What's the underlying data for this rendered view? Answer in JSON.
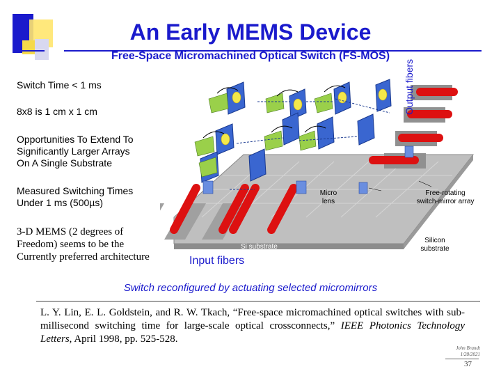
{
  "title": "An Early MEMS Device",
  "subtitle": "Free-Space Micromachined Optical Switch (FS-MOS)",
  "bullets": {
    "b1": "Switch Time < 1 ms",
    "b2": "8x8 is 1 cm x 1 cm",
    "b3_line1": "Opportunities To Extend To",
    "b3_line2": "Significantly Larger Arrays",
    "b3_line3": "On A Single Substrate",
    "b4_line1": "Measured Switching Times",
    "b4_line2": "Under 1 ms (500µs)",
    "b5_line1": "3-D MEMS (2 degrees of",
    "b5_line2": "Freedom) seems to be the",
    "b5_line3": "Currently preferred architecture"
  },
  "diagram": {
    "output_fibers": "Output fibers",
    "micro_lens_line1": "Micro",
    "micro_lens_line2": "lens",
    "free_rotating_line1": "Free-rotating",
    "free_rotating_line2": "switch-mirror array",
    "silicon_line1": "Silicon",
    "silicon_line2": "substrate",
    "si_substrate": "Si substrate",
    "input_fibers": "Input fibers"
  },
  "caption": "Switch reconfigured by actuating selected micromirrors",
  "reference": {
    "part1": "L. Y. Lin, E. L. Goldstein, and R. W. Tkach, “Free-space micromachined optical switches with sub-millisecond switching time for large-scale optical crossconnects,” ",
    "journal": "IEEE Photonics Technology Letters",
    "part2": ", April 1998, pp. 525-528."
  },
  "footer": {
    "author": "John Brandt",
    "date": "1/28/2021",
    "page": "37"
  },
  "colors": {
    "title": "#1a1acc",
    "deco_blue": "#1a1acc",
    "deco_yellow": "#ffe66e",
    "fiber_red": "#dd1111"
  }
}
